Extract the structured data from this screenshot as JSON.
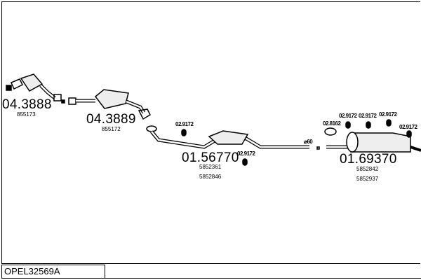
{
  "code": "OPEL32569A",
  "parts": [
    {
      "number": "04.3888",
      "refs": [
        "855173"
      ]
    },
    {
      "number": "04.3889",
      "refs": [
        "855172"
      ]
    },
    {
      "number": "01.56770",
      "refs": [
        "5852361",
        "5852846"
      ]
    },
    {
      "number": "01.69370",
      "refs": [
        "5852842",
        "5852937"
      ]
    }
  ],
  "clamps": [
    "02.9172",
    "02.9172",
    "02.9172",
    "02.9172",
    "02.9172",
    "02.9172",
    "02.8162"
  ],
  "diameter": "⌀60"
}
